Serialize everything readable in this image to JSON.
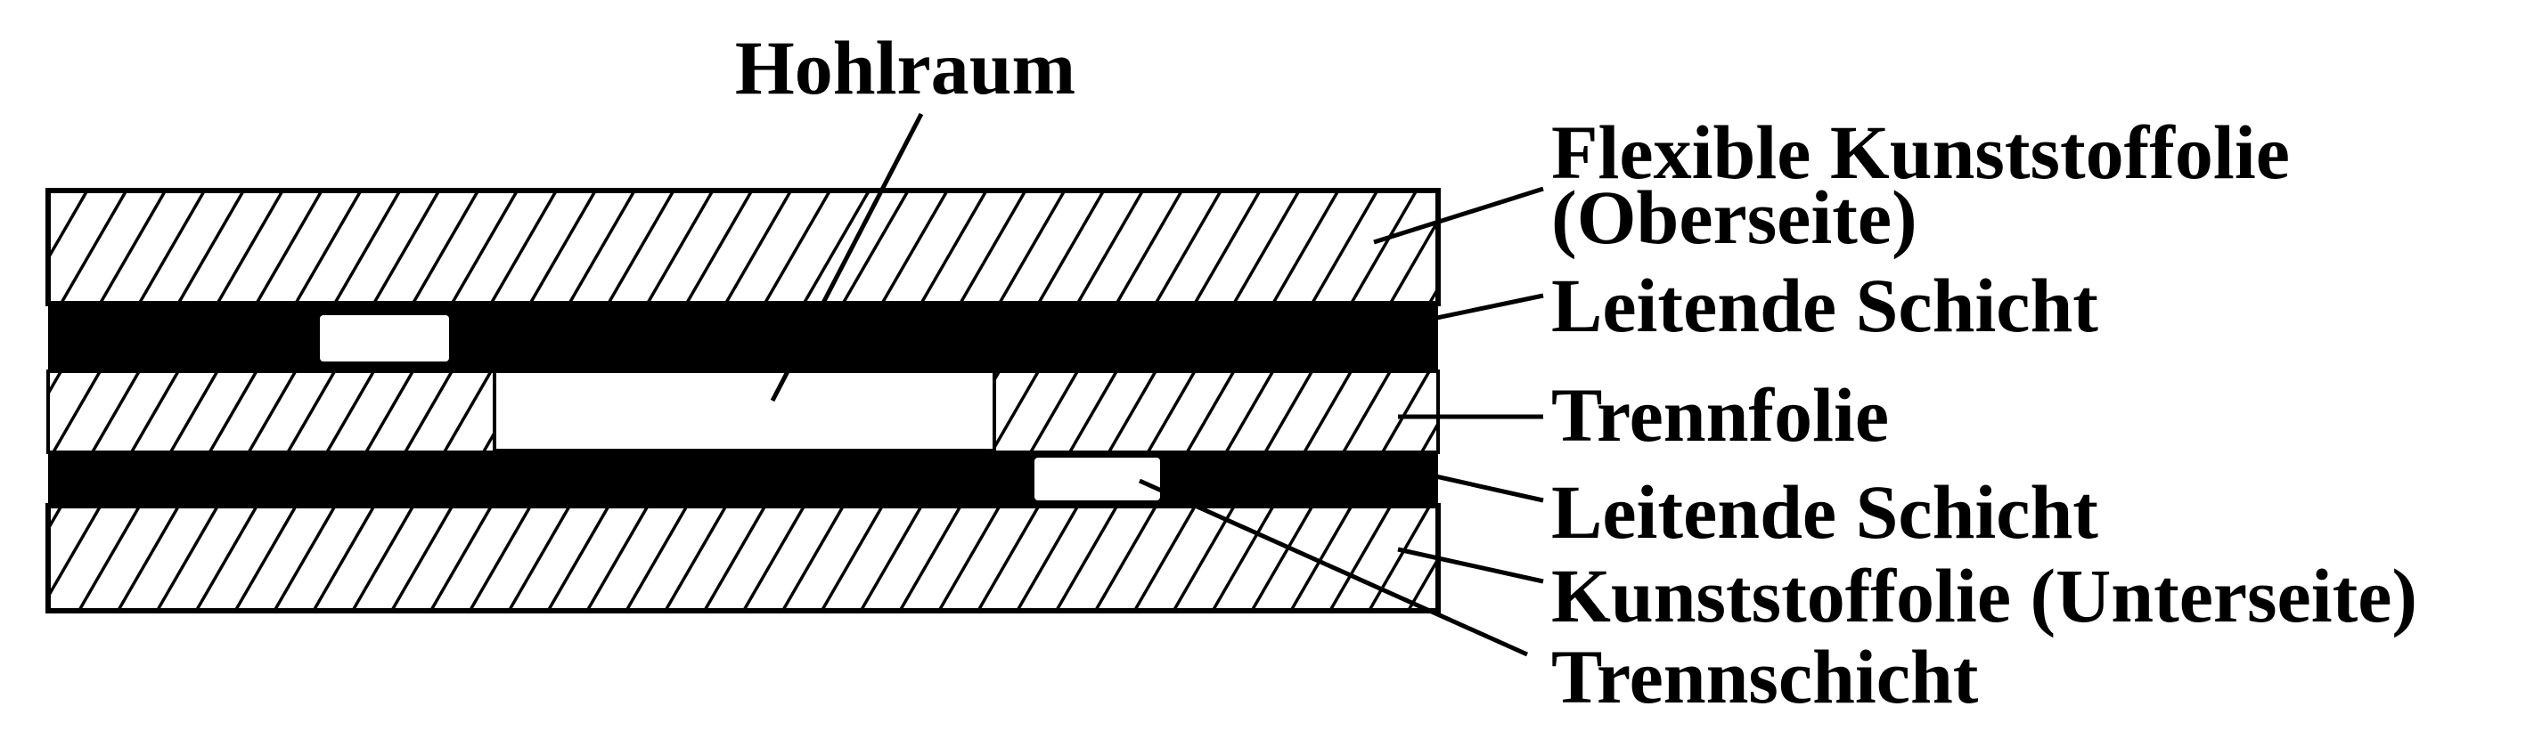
{
  "diagram": {
    "callout_top": "Hohlraum",
    "labels": [
      {
        "lines": [
          "Flexible Kunststoffolie",
          "(Oberseite)"
        ]
      },
      {
        "lines": [
          "Leitende Schicht"
        ]
      },
      {
        "lines": [
          "Trennfolie"
        ]
      },
      {
        "lines": [
          "Leitende Schicht"
        ]
      },
      {
        "lines": [
          "Kunststoffolie (Unterseite)"
        ]
      },
      {
        "lines": [
          "Trennschicht"
        ]
      }
    ],
    "colors": {
      "ink": "#000000",
      "paper": "#ffffff"
    }
  }
}
